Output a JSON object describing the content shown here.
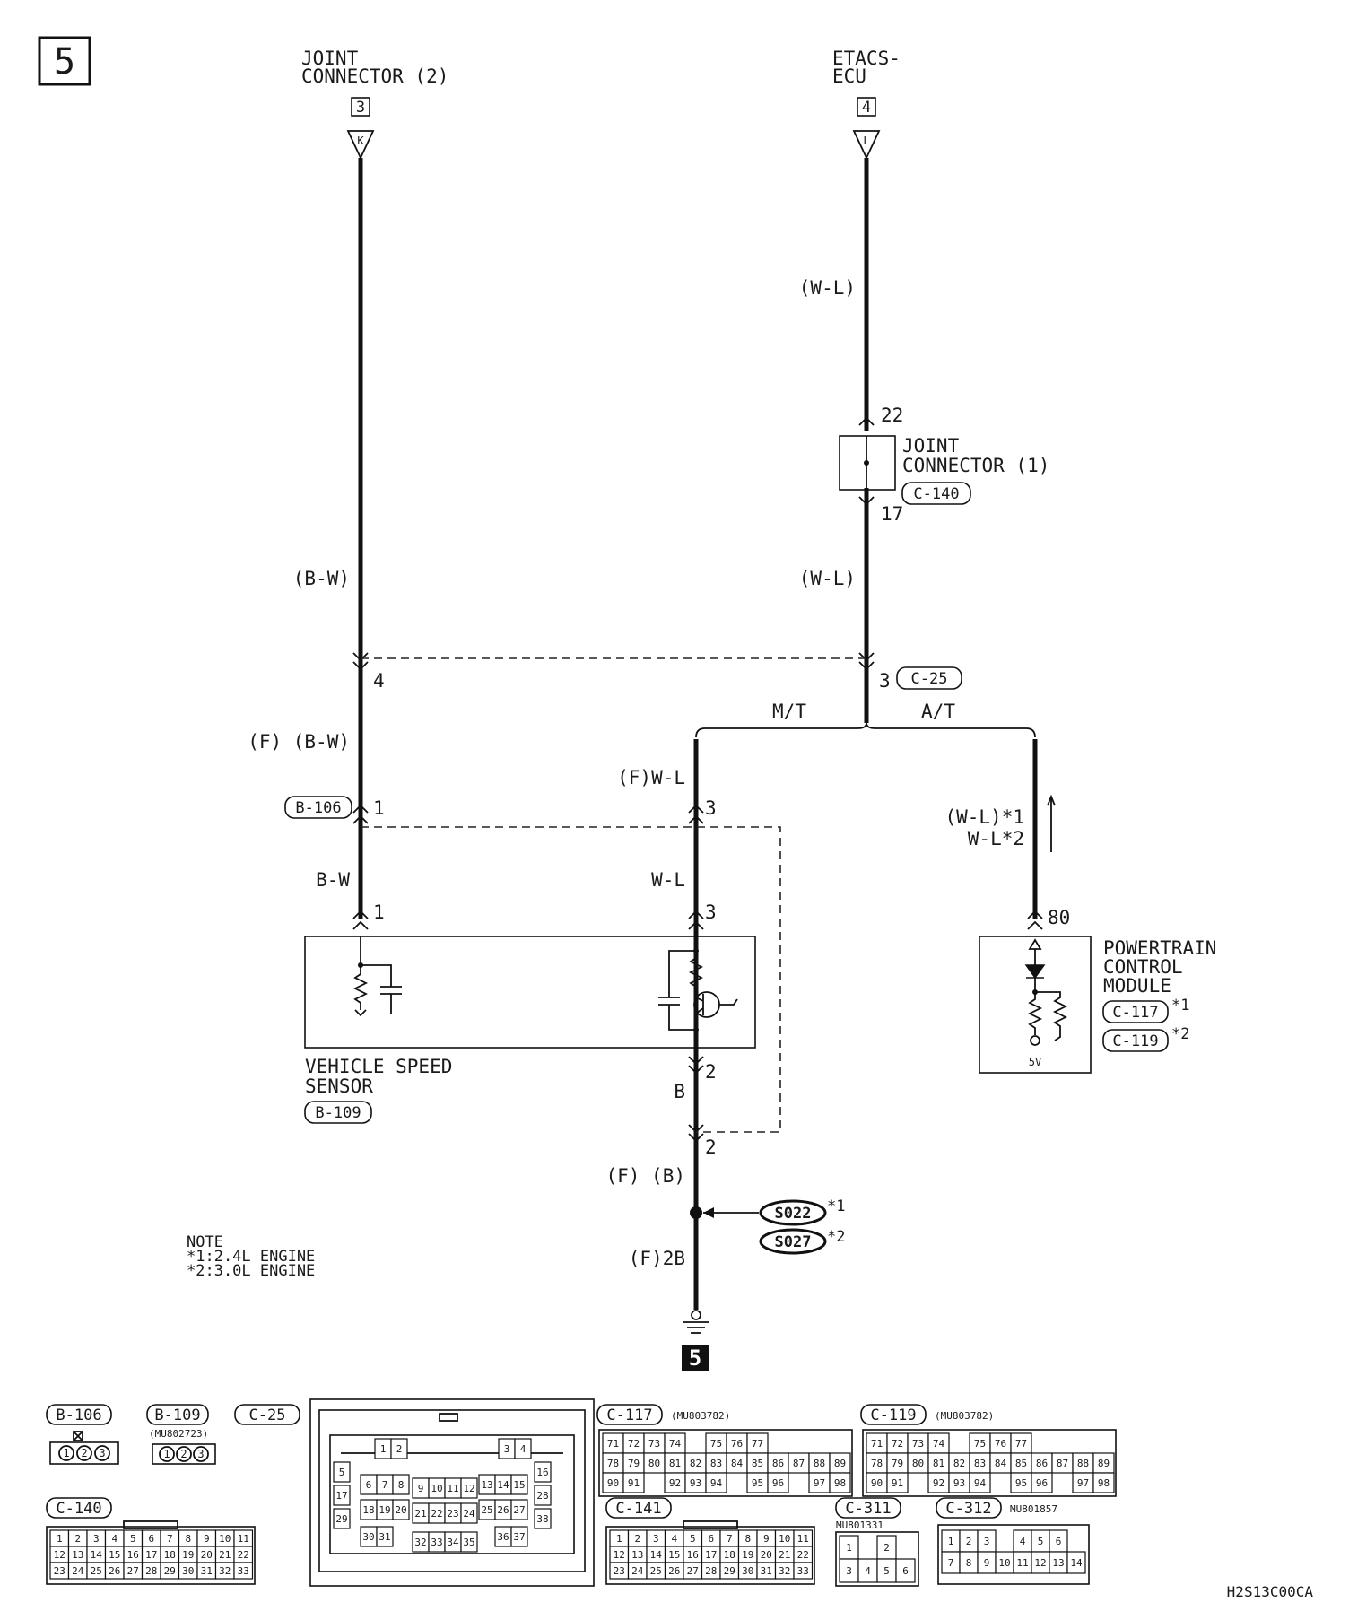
{
  "page_number": "5",
  "bottom_ref": "5",
  "diagram_code": "H2S13C00CA",
  "top_connectors": [
    {
      "id": "jc2",
      "title": [
        "JOINT",
        "CONNECTOR (2)"
      ],
      "ref": "3",
      "letter": "K"
    },
    {
      "id": "etacs",
      "title": [
        "ETACS-",
        "ECU"
      ],
      "ref": "4",
      "letter": "L"
    }
  ],
  "wire_labels": {
    "etacs_top": "(W-L)",
    "etacs_mid": "(W-L)",
    "left_mid": "(B-W)",
    "left_f": "(F) (B-W)",
    "left_low": "B-W",
    "mt_f": "(F)W-L",
    "mt_low": "W-L",
    "at_1": "(W-L)*1",
    "at_2": "W-L*2",
    "vss_b": "B",
    "ground_f_b": "(F) (B)",
    "ground_f_2b": "(F)2B"
  },
  "pins": {
    "jc1_in": "22",
    "jc1_out": "17",
    "c25_left": "4",
    "c25_right": "3",
    "b106": "1",
    "b106_right": "3",
    "vss_left": "1",
    "vss_right": "3",
    "vss_ground": "2",
    "ground_conn": "2",
    "pcm": "80"
  },
  "branch_labels": {
    "mt": "M/T",
    "at": "A/T"
  },
  "joint_connector_1": {
    "title": [
      "JOINT",
      "CONNECTOR (1)"
    ],
    "ref": "C-140"
  },
  "c25_ref": "C-25",
  "b106_ref": "B-106",
  "vss": {
    "title": [
      "VEHICLE SPEED",
      "SENSOR"
    ],
    "ref": "B-109"
  },
  "pcm": {
    "title": [
      "POWERTRAIN",
      "CONTROL",
      "MODULE"
    ],
    "refs": [
      "C-117",
      "C-119"
    ],
    "ref_notes": [
      "*1",
      "*2"
    ],
    "voltage": "5V"
  },
  "splices": [
    {
      "id": "S022",
      "note": "*1"
    },
    {
      "id": "S027",
      "note": "*2"
    }
  ],
  "note": {
    "title": "NOTE",
    "lines": [
      "*1:2.4L ENGINE",
      "*2:3.0L ENGINE"
    ]
  },
  "connector_views": {
    "b106": {
      "ref": "B-106",
      "pins": [
        "1",
        "2",
        "3"
      ]
    },
    "b109": {
      "ref": "B-109",
      "part": "(MU802723)",
      "pins": [
        "1",
        "2",
        "3"
      ]
    },
    "c25": {
      "ref": "C-25",
      "cells": [
        "1",
        "2",
        "3",
        "4",
        "5",
        "6",
        "7",
        "8",
        "9",
        "10",
        "11",
        "12",
        "13",
        "14",
        "15",
        "16",
        "17",
        "18",
        "19",
        "20",
        "21",
        "22",
        "23",
        "24",
        "25",
        "26",
        "27",
        "28",
        "29",
        "30",
        "31",
        "32",
        "33",
        "34",
        "35",
        "36",
        "37",
        "38"
      ]
    },
    "c117": {
      "ref": "C-117",
      "part": "(MU803782)",
      "rows": [
        [
          "71",
          "72",
          "73",
          "74",
          "",
          "75",
          "76",
          "77"
        ],
        [
          "78",
          "79",
          "80",
          "81",
          "82",
          "83",
          "84",
          "85",
          "86",
          "87",
          "88",
          "89"
        ],
        [
          "90",
          "91",
          "",
          "92",
          "93",
          "94",
          "",
          "95",
          "96",
          "",
          "97",
          "98"
        ]
      ]
    },
    "c119": {
      "ref": "C-119",
      "part": "(MU803782)",
      "rows": [
        [
          "71",
          "72",
          "73",
          "74",
          "",
          "75",
          "76",
          "77"
        ],
        [
          "78",
          "79",
          "80",
          "81",
          "82",
          "83",
          "84",
          "85",
          "86",
          "87",
          "88",
          "89"
        ],
        [
          "90",
          "91",
          "",
          "92",
          "93",
          "94",
          "",
          "95",
          "96",
          "",
          "97",
          "98"
        ]
      ]
    },
    "c140": {
      "ref": "C-140",
      "rows": [
        [
          "1",
          "2",
          "3",
          "4",
          "5",
          "6",
          "7",
          "8",
          "9",
          "10",
          "11"
        ],
        [
          "12",
          "13",
          "14",
          "15",
          "16",
          "17",
          "18",
          "19",
          "20",
          "21",
          "22"
        ],
        [
          "23",
          "24",
          "25",
          "26",
          "27",
          "28",
          "29",
          "30",
          "31",
          "32",
          "33"
        ]
      ]
    },
    "c141": {
      "ref": "C-141",
      "rows": [
        [
          "1",
          "2",
          "3",
          "4",
          "5",
          "6",
          "7",
          "8",
          "9",
          "10",
          "11"
        ],
        [
          "12",
          "13",
          "14",
          "15",
          "16",
          "17",
          "18",
          "19",
          "20",
          "21",
          "22"
        ],
        [
          "23",
          "24",
          "25",
          "26",
          "27",
          "28",
          "29",
          "30",
          "31",
          "32",
          "33"
        ]
      ]
    },
    "c311": {
      "ref": "C-311",
      "part": "MU801331",
      "rows": [
        [
          "1",
          "",
          "2"
        ],
        [
          "3",
          "4",
          "5",
          "6"
        ]
      ]
    },
    "c312": {
      "ref": "C-312",
      "part": "MU801857",
      "rows": [
        [
          "1",
          "2",
          "3",
          "",
          "4",
          "5",
          "6"
        ],
        [
          "7",
          "8",
          "9",
          "10",
          "11",
          "12",
          "13",
          "14"
        ]
      ]
    }
  },
  "colors": {
    "ink": "#111111",
    "paper": "#ffffff"
  }
}
